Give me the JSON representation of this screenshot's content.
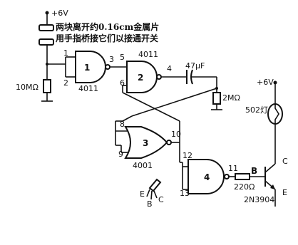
{
  "note": {
    "line1": "两块离开约0.16cm金属片",
    "line2": "用手指桥接它们以接通开关"
  },
  "supply": {
    "top_left": "+6V",
    "right": "+6V"
  },
  "resistors": {
    "r1": "10MΩ",
    "r2": "2MΩ",
    "r3": "220Ω"
  },
  "capacitor": {
    "c1": "47μF"
  },
  "gates": {
    "g1": {
      "number": "1",
      "part": "4011",
      "pins": {
        "in_a": "1",
        "in_b": "2",
        "out": "3"
      }
    },
    "g2": {
      "number": "2",
      "part": "4011",
      "pins": {
        "in_a": "5",
        "in_b": "6",
        "out": "4"
      }
    },
    "g3": {
      "number": "3",
      "part": "4001",
      "pins": {
        "in_a": "8",
        "in_b": "9",
        "out": "10"
      }
    },
    "g4": {
      "number": "4",
      "pins": {
        "in_a": "12",
        "in_b": "13",
        "out": "11"
      }
    }
  },
  "lamp": {
    "label": "502灯"
  },
  "transistor": {
    "part": "2N3904",
    "base": "B",
    "collector": "C",
    "emitter": "E"
  },
  "pinout": {
    "e": "E",
    "b": "B",
    "c": "C"
  }
}
